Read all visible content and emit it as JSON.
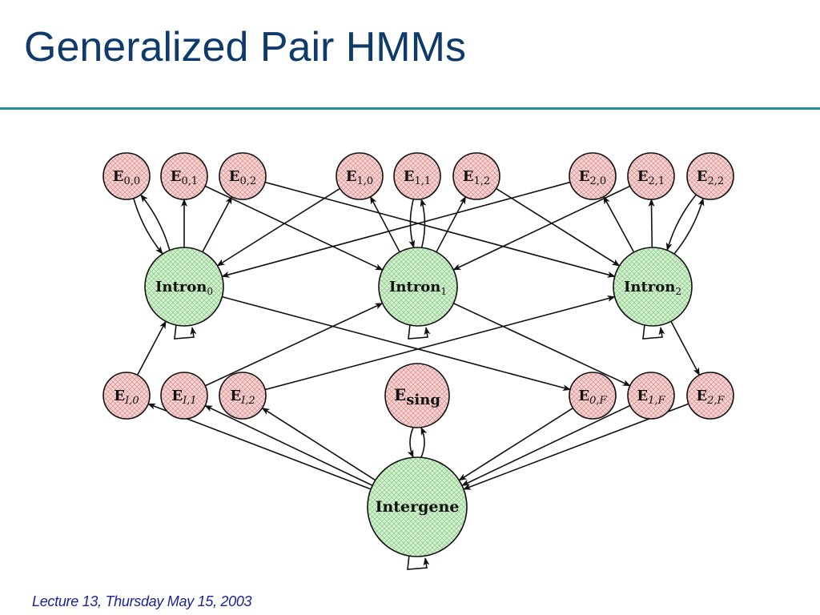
{
  "slide": {
    "title": "Generalized Pair HMMs",
    "footer": "Lecture 13, Thursday May 15, 2003"
  },
  "colors": {
    "title": "#0e3b6b",
    "rule": "#2a8c96",
    "footer": "#1a1f9a",
    "exon_fill": "#f6d2d2",
    "exon_hatch": "#e8a0a0",
    "intron_fill": "#cdeecb",
    "intron_hatch": "#9fd49c",
    "edge": "#111111"
  },
  "diagram": {
    "nodes": [
      {
        "id": "E00",
        "type": "exon",
        "main": "E",
        "sub": "0,0"
      },
      {
        "id": "E01",
        "type": "exon",
        "main": "E",
        "sub": "0,1"
      },
      {
        "id": "E02",
        "type": "exon",
        "main": "E",
        "sub": "0,2"
      },
      {
        "id": "E10",
        "type": "exon",
        "main": "E",
        "sub": "1,0"
      },
      {
        "id": "E11",
        "type": "exon",
        "main": "E",
        "sub": "1,1"
      },
      {
        "id": "E12",
        "type": "exon",
        "main": "E",
        "sub": "1,2"
      },
      {
        "id": "E20",
        "type": "exon",
        "main": "E",
        "sub": "2,0"
      },
      {
        "id": "E21",
        "type": "exon",
        "main": "E",
        "sub": "2,1"
      },
      {
        "id": "E22",
        "type": "exon",
        "main": "E",
        "sub": "2,2"
      },
      {
        "id": "I0",
        "type": "intron",
        "main": "Intron",
        "sub": "0"
      },
      {
        "id": "I1",
        "type": "intron",
        "main": "Intron",
        "sub": "1"
      },
      {
        "id": "I2",
        "type": "intron",
        "main": "Intron",
        "sub": "2"
      },
      {
        "id": "EI0",
        "type": "exon",
        "main": "E",
        "sub": "I,0",
        "italic_sub": true
      },
      {
        "id": "EI1",
        "type": "exon",
        "main": "E",
        "sub": "I,1",
        "italic_sub": true
      },
      {
        "id": "EI2",
        "type": "exon",
        "main": "E",
        "sub": "I,2",
        "italic_sub": true
      },
      {
        "id": "Esing",
        "type": "exon",
        "main": "E",
        "sub": "sing",
        "bold_sub": true
      },
      {
        "id": "E0F",
        "type": "exon",
        "main": "E",
        "sub": "0,F",
        "italic_sub": true
      },
      {
        "id": "E1F",
        "type": "exon",
        "main": "E",
        "sub": "1,F",
        "italic_sub": true
      },
      {
        "id": "E2F",
        "type": "exon",
        "main": "E",
        "sub": "2,F",
        "italic_sub": true
      },
      {
        "id": "IG",
        "type": "intergene",
        "main": "Intergene",
        "sub": ""
      }
    ],
    "edges": [
      {
        "from": "I0",
        "to": "E00"
      },
      {
        "from": "E00",
        "to": "I0"
      },
      {
        "from": "I0",
        "to": "E01"
      },
      {
        "from": "I0",
        "to": "E02"
      },
      {
        "from": "E01",
        "to": "I1"
      },
      {
        "from": "E02",
        "to": "I2"
      },
      {
        "from": "E10",
        "to": "I0"
      },
      {
        "from": "I1",
        "to": "E10"
      },
      {
        "from": "I1",
        "to": "E11"
      },
      {
        "from": "E11",
        "to": "I1"
      },
      {
        "from": "I1",
        "to": "E12"
      },
      {
        "from": "E12",
        "to": "I2"
      },
      {
        "from": "E20",
        "to": "I0"
      },
      {
        "from": "E21",
        "to": "I1"
      },
      {
        "from": "I2",
        "to": "E20"
      },
      {
        "from": "I2",
        "to": "E21"
      },
      {
        "from": "I2",
        "to": "E22"
      },
      {
        "from": "E22",
        "to": "I2"
      },
      {
        "from": "I0",
        "to": "I0",
        "self": true
      },
      {
        "from": "I1",
        "to": "I1",
        "self": true
      },
      {
        "from": "I2",
        "to": "I2",
        "self": true
      },
      {
        "from": "EI0",
        "to": "I0"
      },
      {
        "from": "EI1",
        "to": "I1"
      },
      {
        "from": "EI2",
        "to": "I2"
      },
      {
        "from": "I0",
        "to": "E0F"
      },
      {
        "from": "I1",
        "to": "E1F"
      },
      {
        "from": "I2",
        "to": "E2F"
      },
      {
        "from": "IG",
        "to": "EI0"
      },
      {
        "from": "IG",
        "to": "EI1"
      },
      {
        "from": "IG",
        "to": "EI2"
      },
      {
        "from": "IG",
        "to": "Esing"
      },
      {
        "from": "Esing",
        "to": "IG"
      },
      {
        "from": "IG",
        "to": "IG",
        "self": true
      },
      {
        "from": "E0F",
        "to": "IG"
      },
      {
        "from": "E1F",
        "to": "IG"
      },
      {
        "from": "E2F",
        "to": "IG"
      }
    ]
  }
}
